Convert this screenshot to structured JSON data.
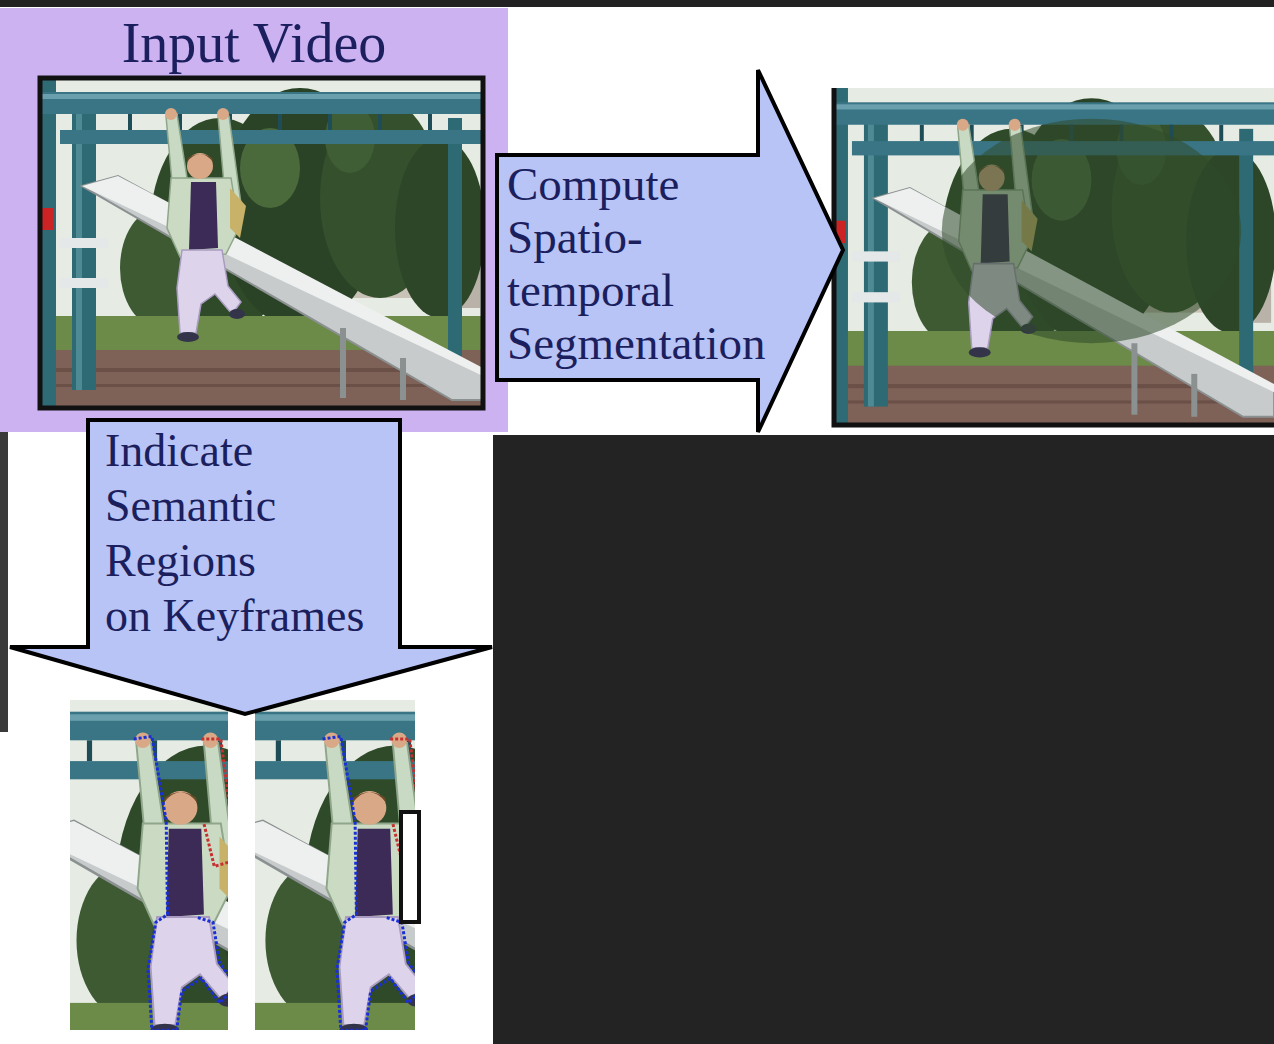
{
  "diagram": {
    "nodes": [
      {
        "text": [
          "Input Video"
        ]
      },
      {
        "text": [
          "Compute Spatio- temporal Segmentation"
        ]
      },
      {
        "text": [
          "Indicate Semantic Regions on Keyframes"
        ]
      }
    ]
  }
}
